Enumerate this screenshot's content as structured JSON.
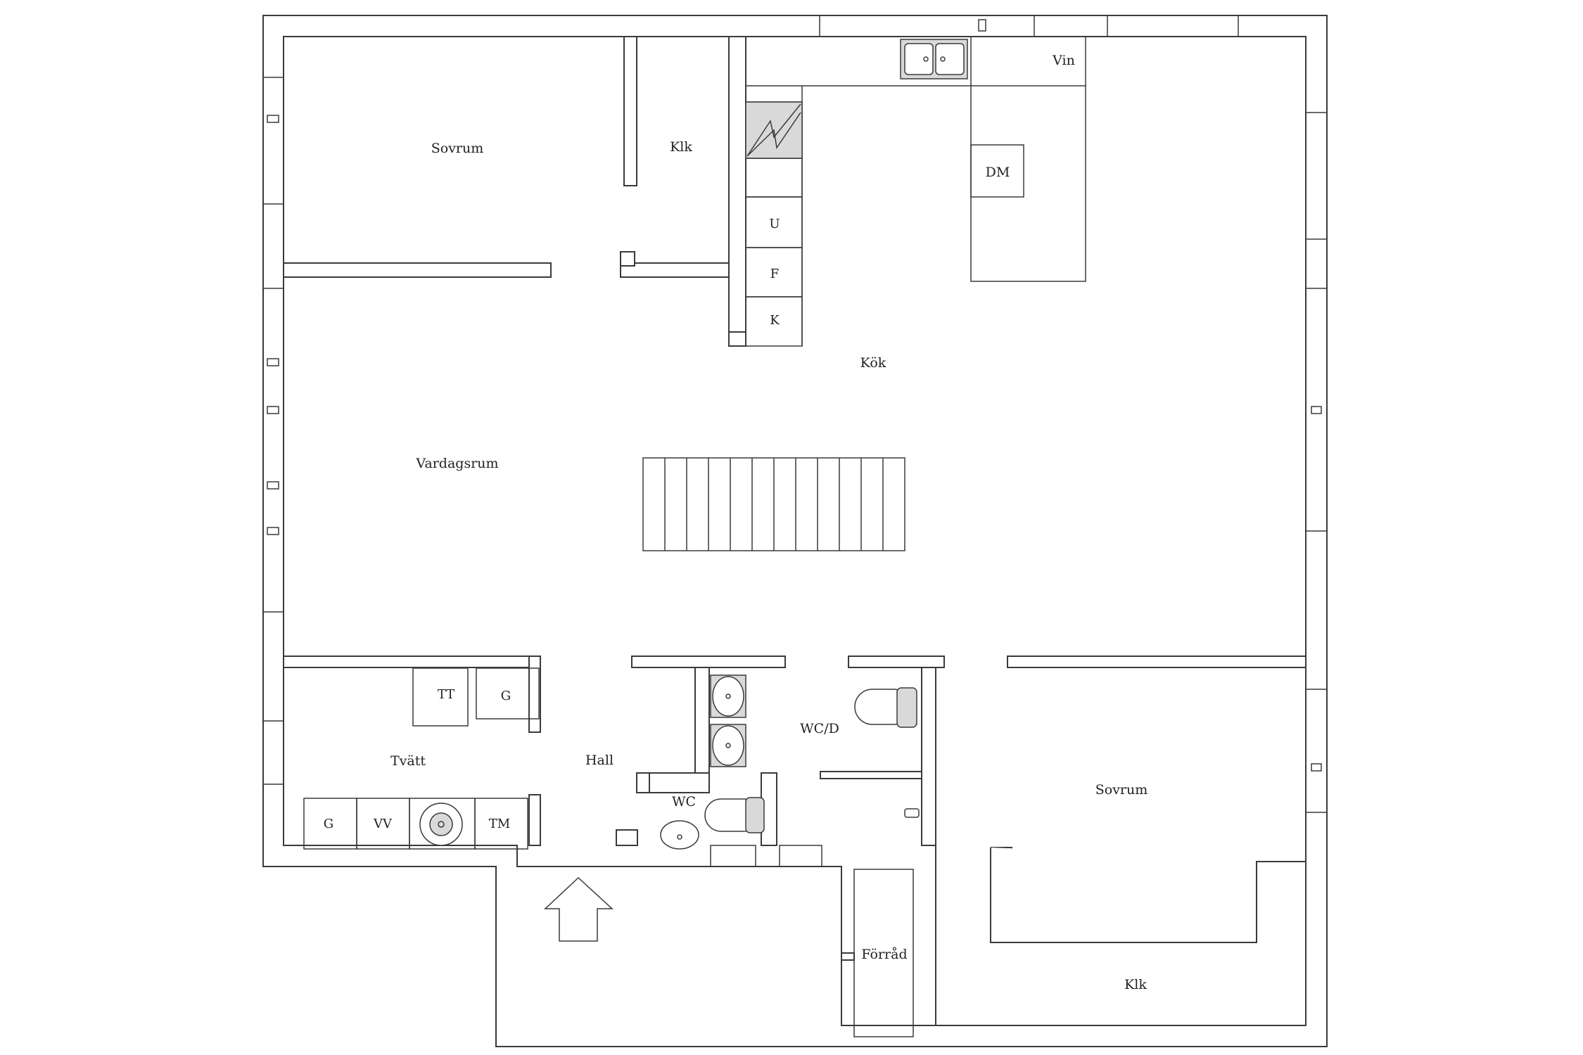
{
  "rooms": {
    "sovrum_1": "Sovrum",
    "klk_1": "Klk",
    "vin": "Vin",
    "dm": "DM",
    "u": "U",
    "f": "F",
    "k": "K",
    "kok": "Kök",
    "vardagsrum": "Vardagsrum",
    "tt": "TT",
    "g_1": "G",
    "tvatt": "Tvätt",
    "hall": "Hall",
    "wc_d": "WC/D",
    "wc": "WC",
    "sovrum_2": "Sovrum",
    "g_2": "G",
    "vv": "VV",
    "tm": "TM",
    "forrad": "Förråd",
    "klk_2": "Klk"
  },
  "colors": {
    "wall": "#3a3a3a",
    "background": "#ffffff",
    "text": "#222222"
  },
  "icons": {
    "entrance": "entrance-arrow-icon",
    "stair": "staircase-icon",
    "sink": "sink-icon",
    "toilet": "toilet-icon",
    "washer": "washing-machine-icon",
    "chimney": "fireplace-icon"
  }
}
